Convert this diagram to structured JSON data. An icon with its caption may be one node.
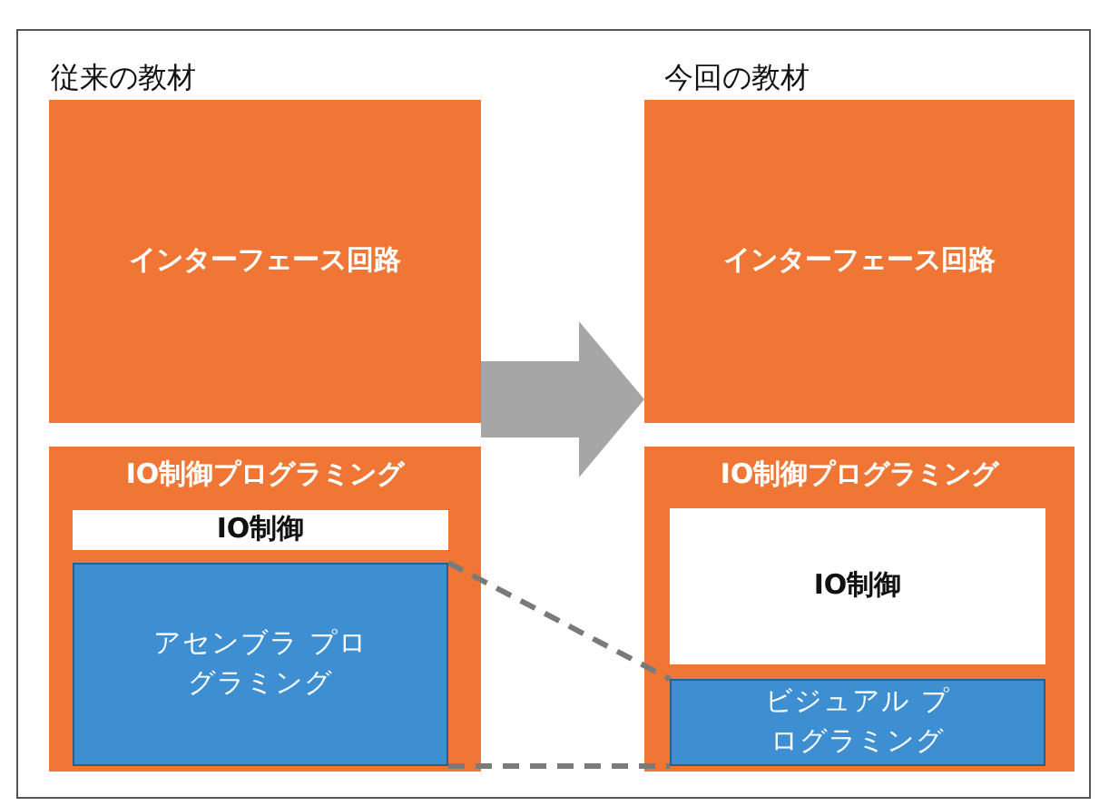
{
  "diagram": {
    "nodes": [
      {
        "text": [
          "インターフェース回路"
        ]
      },
      {
        "text": [
          "IO制御プログラミング"
        ]
      },
      {
        "text": [
          "IO制御"
        ],
        "in": 1
      },
      {
        "text": [
          "アセンブラ プログラミング"
        ],
        "in": 1
      },
      {
        "text": [
          "インターフェース回路"
        ]
      },
      {
        "text": [
          "IO制御プログラミング"
        ]
      },
      {
        "text": [
          "IO制御"
        ],
        "in": 5
      },
      {
        "text": [
          "ビジュアル プログラミング"
        ],
        "in": 5
      }
    ],
    "edges": [
      {
        "from": 0,
        "to": 4,
        "arrow": "to",
        "style": "thick",
        "color": "#a6a6a6"
      },
      {
        "from": 3,
        "to": 7,
        "arrow": "none",
        "style": "dashed"
      },
      {
        "from": 3,
        "to": 7,
        "arrow": "none",
        "style": "dashed"
      }
    ],
    "labels": [
      "従来の教材",
      "今回の教材"
    ]
  }
}
